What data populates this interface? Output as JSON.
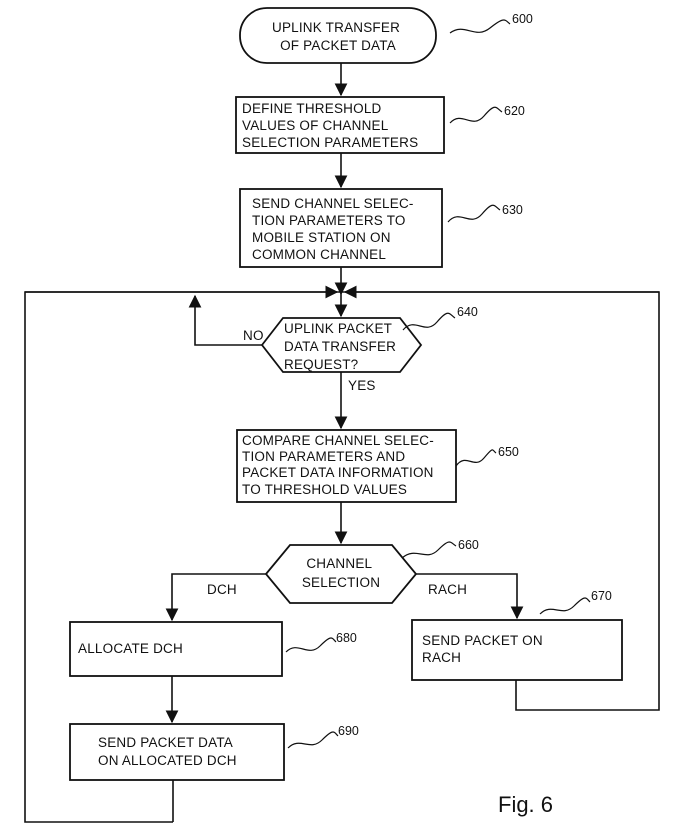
{
  "figure_label": "Fig. 6",
  "nodes": {
    "n600": {
      "ref": "600",
      "lines": [
        "UPLINK TRANSFER",
        "OF PACKET DATA"
      ]
    },
    "n620": {
      "ref": "620",
      "lines": [
        "DEFINE THRESHOLD",
        "VALUES OF CHANNEL",
        "SELECTION PARAMETERS"
      ]
    },
    "n630": {
      "ref": "630",
      "lines": [
        "SEND CHANNEL SELEC-",
        "TION PARAMETERS TO",
        "MOBILE STATION ON",
        "COMMON CHANNEL"
      ]
    },
    "n640": {
      "ref": "640",
      "lines": [
        "UPLINK PACKET",
        "DATA TRANSFER",
        "REQUEST?"
      ]
    },
    "n650": {
      "ref": "650",
      "lines": [
        "COMPARE CHANNEL SELEC-",
        "TION PARAMETERS AND",
        "PACKET DATA INFORMATION",
        "TO THRESHOLD VALUES"
      ]
    },
    "n660": {
      "ref": "660",
      "lines": [
        "CHANNEL",
        "SELECTION"
      ]
    },
    "n670": {
      "ref": "670",
      "lines": [
        "SEND PACKET ON",
        "RACH"
      ]
    },
    "n680": {
      "ref": "680",
      "lines": [
        "ALLOCATE DCH"
      ]
    },
    "n690": {
      "ref": "690",
      "lines": [
        "SEND PACKET DATA",
        "ON ALLOCATED DCH"
      ]
    }
  },
  "edge_labels": {
    "no": "NO",
    "yes": "YES",
    "dch": "DCH",
    "rach": "RACH"
  }
}
